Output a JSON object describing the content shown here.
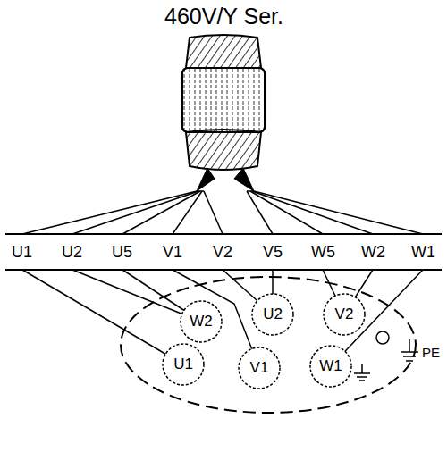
{
  "diagram": {
    "title": "460V/Y Ser.",
    "nodes": [
      {
        "text": [
          "W2"
        ]
      },
      {
        "text": [
          "U2"
        ]
      },
      {
        "text": [
          "V2"
        ]
      },
      {
        "text": [
          "U1"
        ]
      },
      {
        "text": [
          "V1"
        ]
      },
      {
        "text": [
          "W1"
        ]
      }
    ],
    "labels": [
      "U1",
      "U2",
      "U5",
      "V1",
      "V2",
      "V5",
      "W5",
      "W2",
      "W1",
      "PE"
    ]
  }
}
